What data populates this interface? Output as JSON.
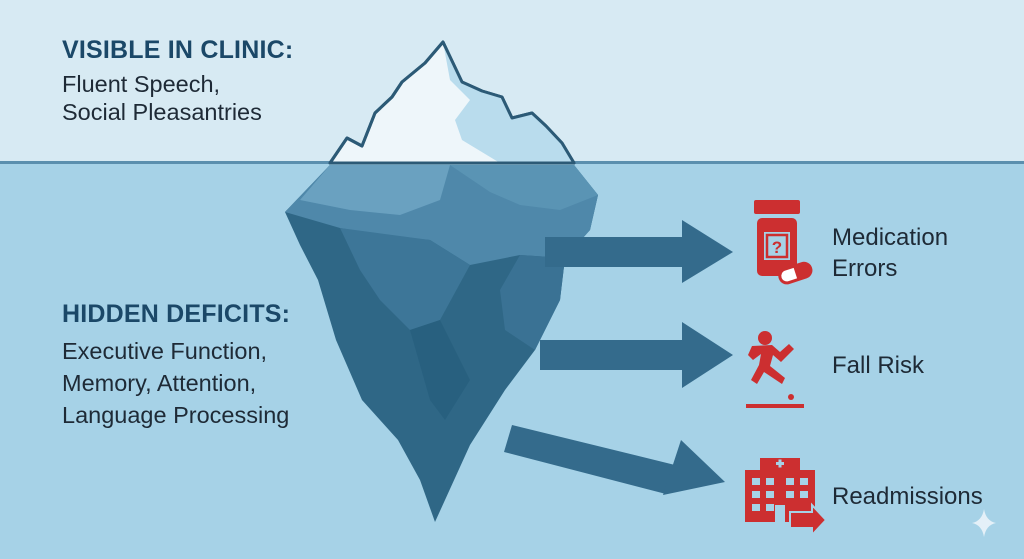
{
  "visible": {
    "heading": "VISIBLE IN CLINIC:",
    "lines": [
      "Fluent Speech,",
      "Social Pleasantries"
    ]
  },
  "hidden": {
    "heading": "HIDDEN DEFICITS:",
    "lines": [
      "Executive Function,",
      "Memory, Attention,",
      "Language Processing"
    ]
  },
  "outcomes": [
    {
      "lines": [
        "Medication",
        "Errors"
      ],
      "icon": "medication-bottle-icon"
    },
    {
      "lines": [
        "Fall Risk"
      ],
      "icon": "falling-person-icon"
    },
    {
      "lines": [
        "Readmissions"
      ],
      "icon": "hospital-readmission-icon"
    }
  ],
  "icon_glyphs": {
    "question_mark": "?"
  },
  "colors": {
    "sky": "#d7eaf3",
    "water": "#a6d2e7",
    "waterline": "#5b8fae",
    "iceberg_dark": "#2f6786",
    "arrow": "#346b8c",
    "heading": "#1b4868",
    "icon_red": "#cc2f30"
  }
}
